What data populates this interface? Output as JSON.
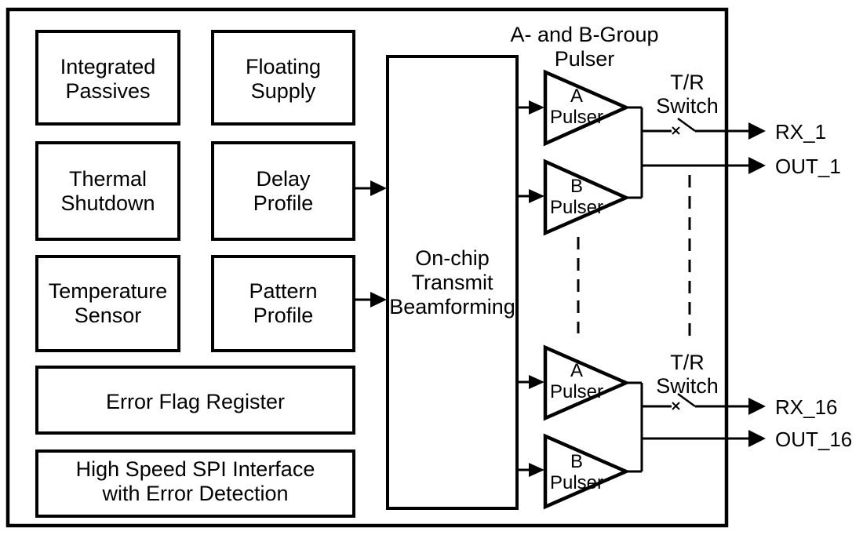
{
  "diagram": {
    "background": "#ffffff",
    "line_color": "#000000",
    "blocks": {
      "integrated_passives": {
        "line1": "Integrated",
        "line2": "Passives"
      },
      "floating_supply": {
        "line1": "Floating",
        "line2": "Supply"
      },
      "thermal_shutdown": {
        "line1": "Thermal",
        "line2": "Shutdown"
      },
      "delay_profile": {
        "line1": "Delay",
        "line2": "Profile"
      },
      "temperature_sensor": {
        "line1": "Temperature",
        "line2": "Sensor"
      },
      "pattern_profile": {
        "line1": "Pattern",
        "line2": "Profile"
      },
      "error_flag_register": {
        "label": "Error Flag Register"
      },
      "spi_interface": {
        "line1": "High Speed SPI Interface",
        "line2": "with Error Detection"
      },
      "beamforming": {
        "line1": "On-chip",
        "line2": "Transmit",
        "line3": "Beamforming"
      }
    },
    "pulser_section": {
      "title_line1": "A- and B-Group",
      "title_line2": "Pulser",
      "a_pulser_line1": "A",
      "a_pulser_line2": "Pulser",
      "b_pulser_line1": "B",
      "b_pulser_line2": "Pulser"
    },
    "tr_switch": {
      "line1": "T/R",
      "line2": "Switch"
    },
    "outputs": {
      "rx_1": "RX_1",
      "out_1": "OUT_1",
      "rx_16": "RX_16",
      "out_16": "OUT_16"
    }
  }
}
